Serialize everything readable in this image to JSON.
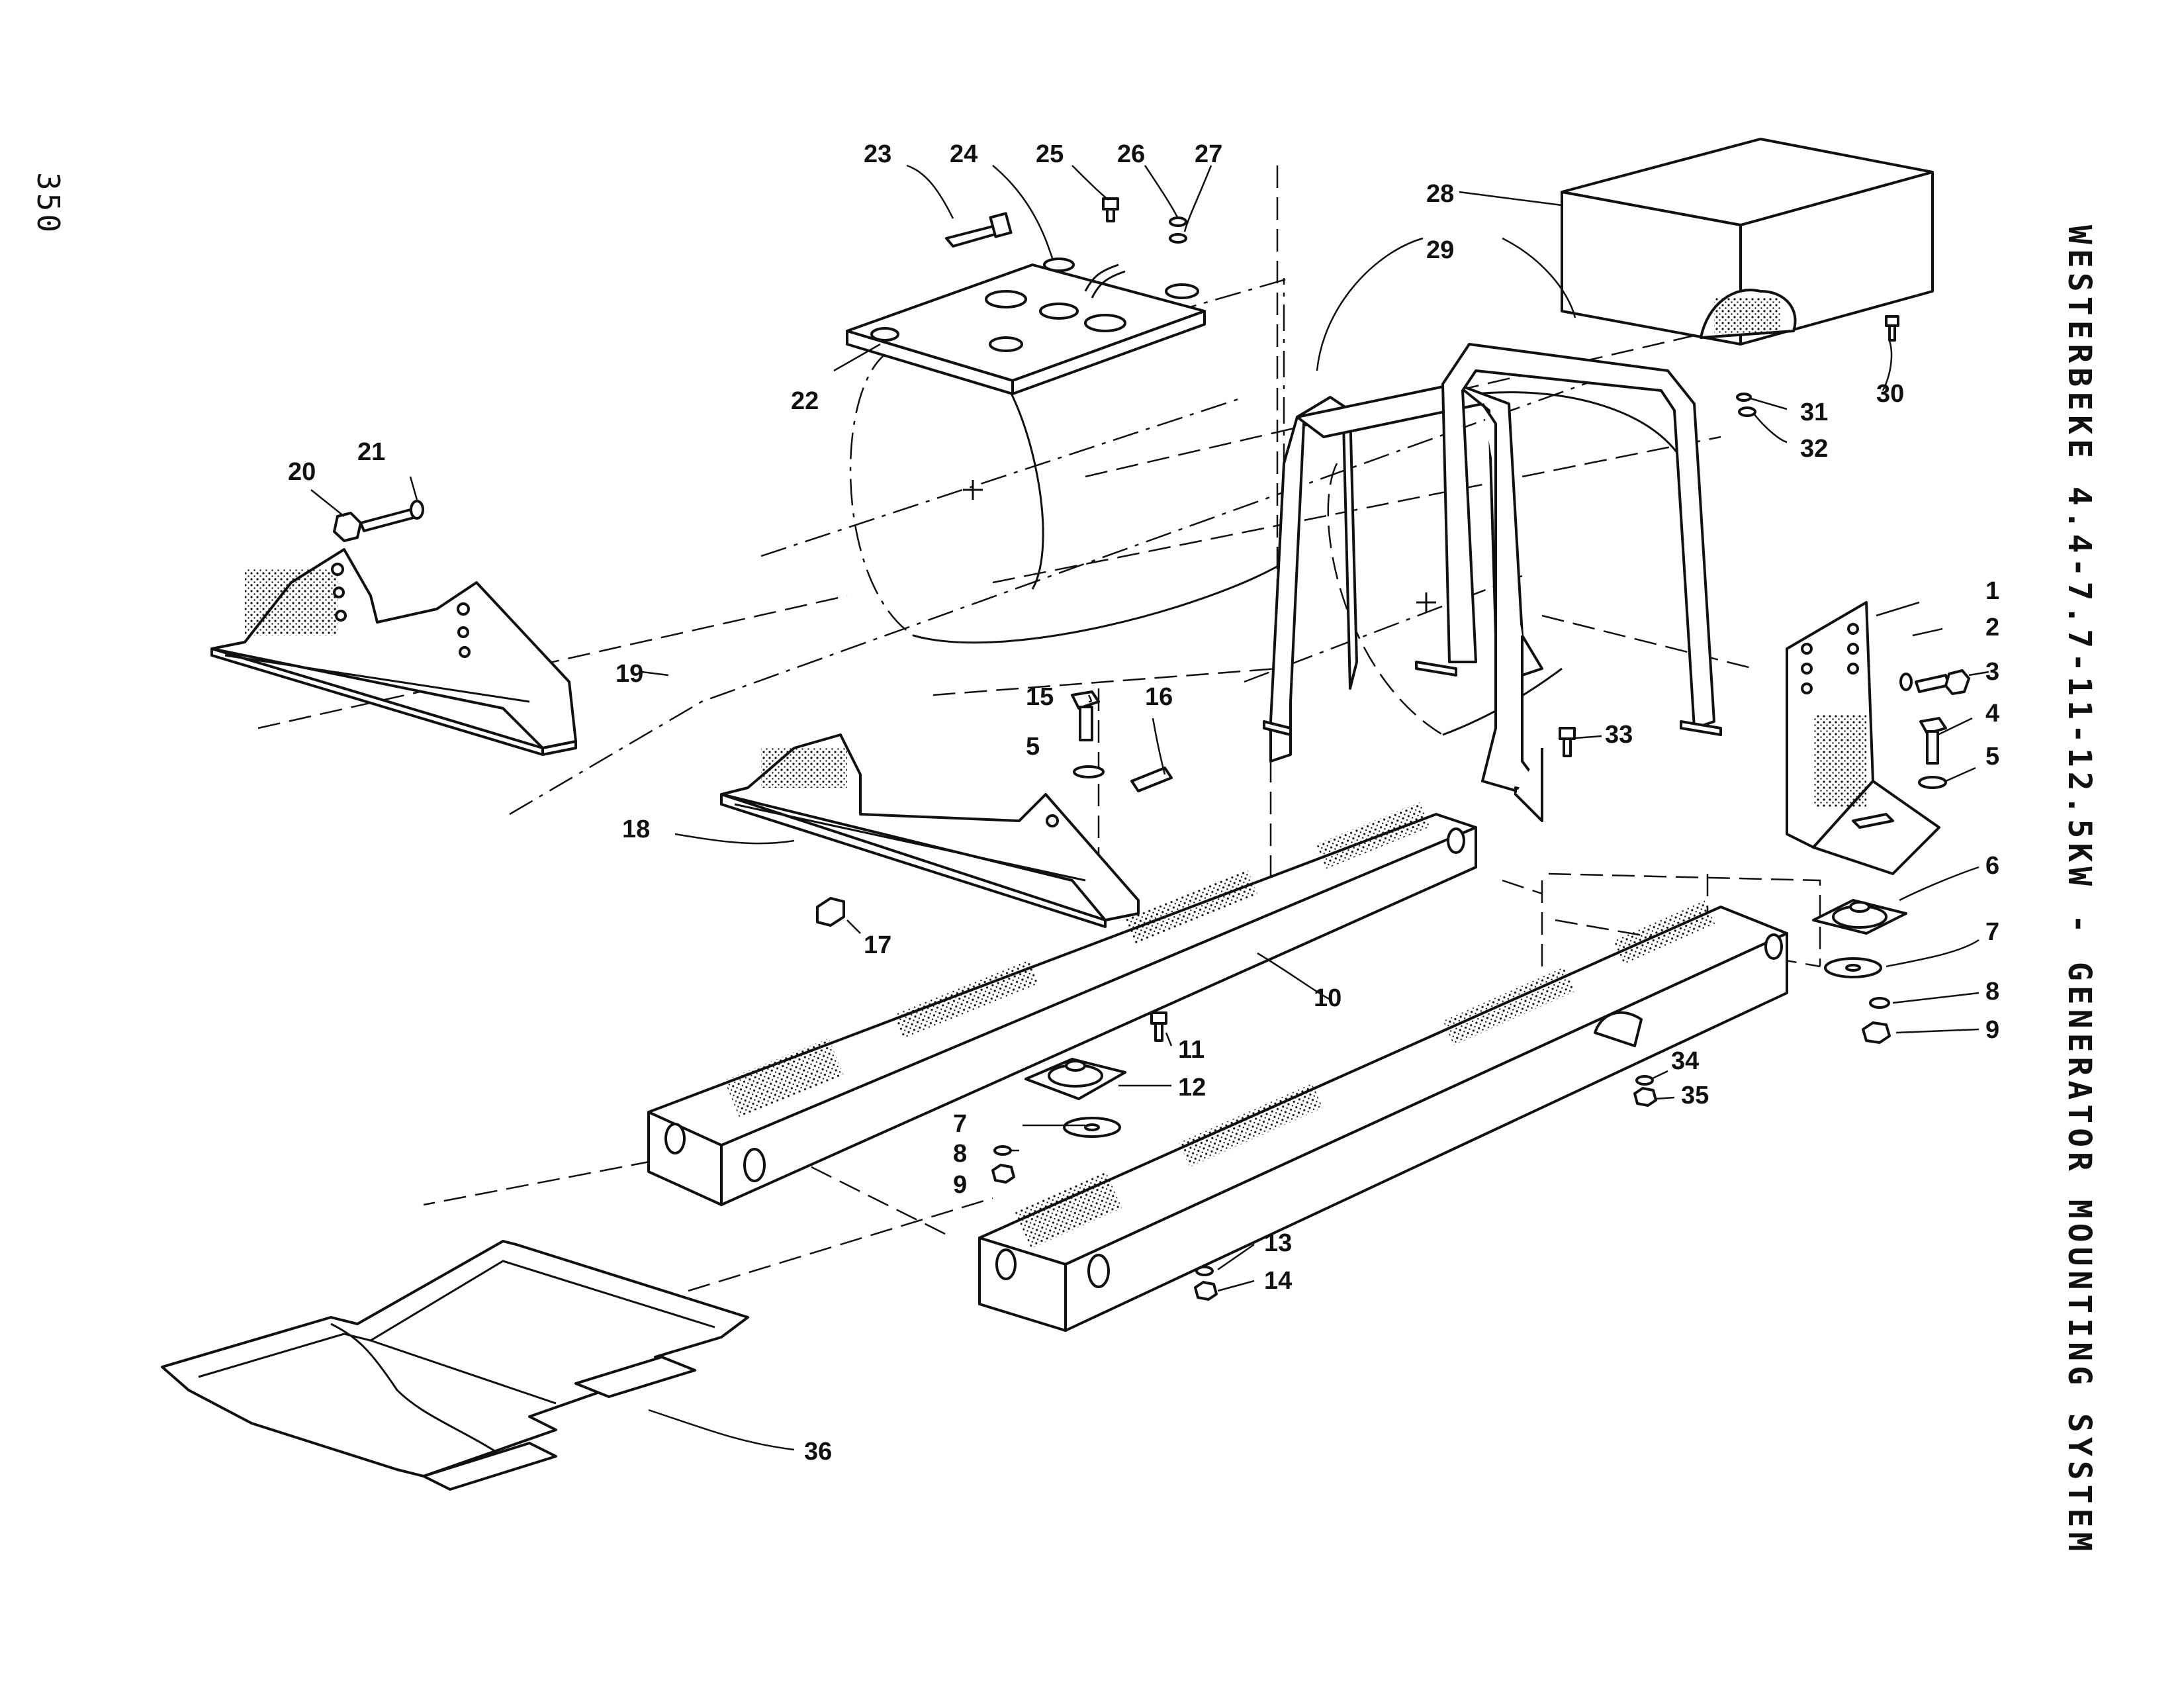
{
  "page_number": "350",
  "title": "WESTERBEKE 4.4-7.7-11-12.5KW - GENERATOR MOUNTING SYSTEM",
  "callouts": {
    "c1": "1",
    "c2": "2",
    "c3": "3",
    "c4": "4",
    "c5a": "5",
    "c5b": "5",
    "c6": "6",
    "c7a": "7",
    "c7b": "7",
    "c8a": "8",
    "c8b": "8",
    "c9a": "9",
    "c9b": "9",
    "c10": "10",
    "c11": "11",
    "c12": "12",
    "c13": "13",
    "c14": "14",
    "c15": "15",
    "c16": "16",
    "c17": "17",
    "c18": "18",
    "c19": "19",
    "c20": "20",
    "c21": "21",
    "c22": "22",
    "c23": "23",
    "c24": "24",
    "c25": "25",
    "c26": "26",
    "c27": "27",
    "c28": "28",
    "c29": "29",
    "c30": "30",
    "c31": "31",
    "c32": "32",
    "c33": "33",
    "c34": "34",
    "c35": "35",
    "c36": "36"
  }
}
